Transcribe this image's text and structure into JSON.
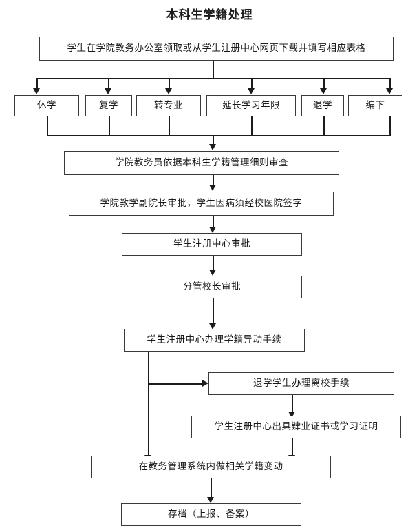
{
  "chart_data": {
    "type": "diagram",
    "title": "本科生学籍处理",
    "diagram_kind": "flowchart",
    "orientation": "top-to-bottom",
    "nodes": [
      {
        "id": "start",
        "label": "学生在学院教务办公室领取或从学生注册中心网页下载并填写相应表格"
      },
      {
        "id": "opt1",
        "label": "休学"
      },
      {
        "id": "opt2",
        "label": "复学"
      },
      {
        "id": "opt3",
        "label": "转专业"
      },
      {
        "id": "opt4",
        "label": "延长学习年限"
      },
      {
        "id": "opt5",
        "label": "退学"
      },
      {
        "id": "opt6",
        "label": "编下"
      },
      {
        "id": "review",
        "label": "学院教务员依据本科生学籍管理细则审查"
      },
      {
        "id": "approve_dean",
        "label": "学院教学副院长审批，学生因病须经校医院签字"
      },
      {
        "id": "approve_center",
        "label": "学生注册中心审批"
      },
      {
        "id": "approve_president",
        "label": "分管校长审批"
      },
      {
        "id": "process",
        "label": "学生注册中心办理学籍异动手续"
      },
      {
        "id": "leave_school",
        "label": "退学学生办理离校手续"
      },
      {
        "id": "certificate",
        "label": "学生注册中心出具肄业证书或学习证明"
      },
      {
        "id": "system_update",
        "label": "在教务管理系统内做相关学籍变动"
      },
      {
        "id": "archive",
        "label": "存档（上报、备案）"
      }
    ],
    "edges": [
      {
        "from": "start",
        "to": "opt1"
      },
      {
        "from": "start",
        "to": "opt2"
      },
      {
        "from": "start",
        "to": "opt3"
      },
      {
        "from": "start",
        "to": "opt4"
      },
      {
        "from": "start",
        "to": "opt5"
      },
      {
        "from": "start",
        "to": "opt6"
      },
      {
        "from": "opt1",
        "to": "review"
      },
      {
        "from": "opt2",
        "to": "review"
      },
      {
        "from": "opt3",
        "to": "review"
      },
      {
        "from": "opt4",
        "to": "review"
      },
      {
        "from": "opt5",
        "to": "review"
      },
      {
        "from": "opt6",
        "to": "review"
      },
      {
        "from": "review",
        "to": "approve_dean"
      },
      {
        "from": "approve_dean",
        "to": "approve_center"
      },
      {
        "from": "approve_center",
        "to": "approve_president"
      },
      {
        "from": "approve_president",
        "to": "process"
      },
      {
        "from": "process",
        "to": "leave_school"
      },
      {
        "from": "process",
        "to": "system_update"
      },
      {
        "from": "leave_school",
        "to": "certificate"
      },
      {
        "from": "certificate",
        "to": "system_update"
      },
      {
        "from": "system_update",
        "to": "archive"
      }
    ],
    "colors": {
      "node_border": "#3a3a3a",
      "node_fill": "#ffffff",
      "connector": "#1c1c1c",
      "text": "#1a1a1a",
      "background": "#ffffff"
    }
  }
}
